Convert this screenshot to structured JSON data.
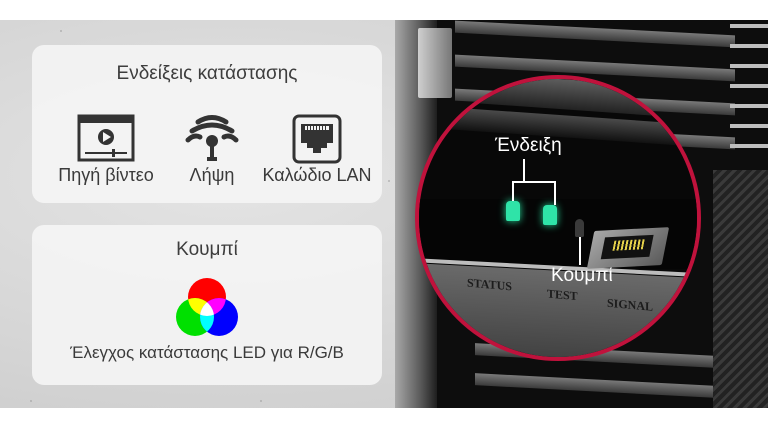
{
  "status_panel": {
    "title": "Ενδείξεις κατάστασης",
    "items": [
      {
        "icon": "video-source-icon",
        "label": "Πηγή βίντεο"
      },
      {
        "icon": "antenna-signal-icon",
        "label": "Λήψη"
      },
      {
        "icon": "lan-port-icon",
        "label": "Καλώδιο LAN"
      }
    ]
  },
  "button_panel": {
    "title": "Κουμπί",
    "icon": "rgb-circles-icon",
    "description": "Έλεγχος κατάστασης LED για R/G/B"
  },
  "device_callout": {
    "indicator_label": "Ένδειξη",
    "button_label": "Κουμπί",
    "panel_labels": [
      "STATUS",
      "TEST",
      "SIGNAL"
    ],
    "ring_color": "#c0123c",
    "led_color": "#2fe3a8"
  }
}
